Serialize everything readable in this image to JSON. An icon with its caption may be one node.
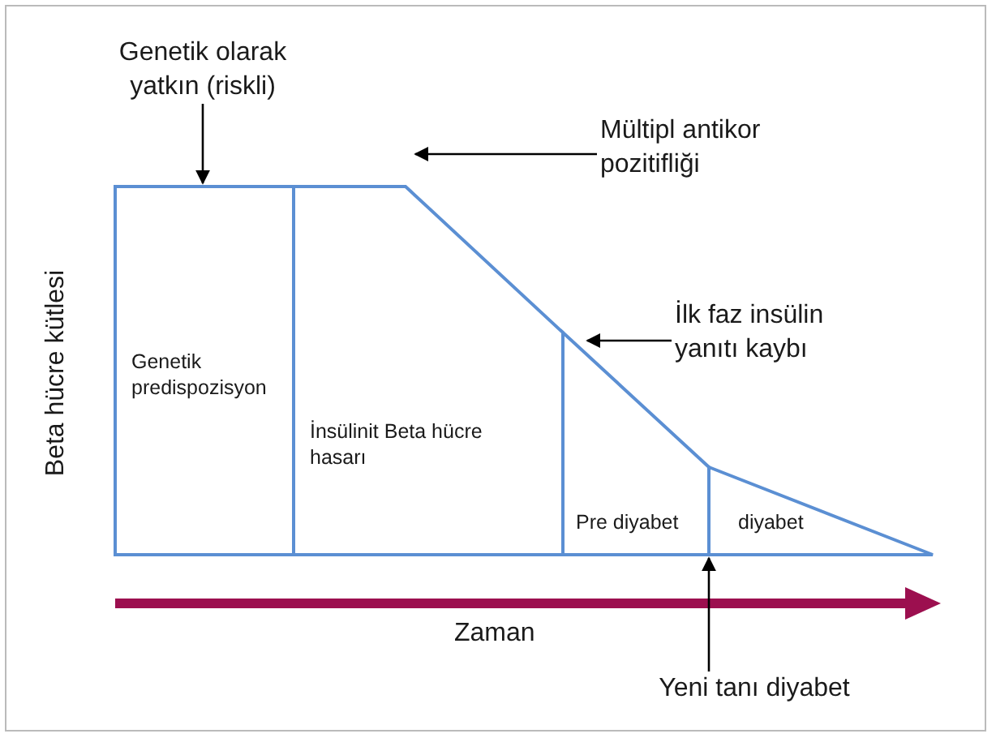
{
  "diagram": {
    "nodes": [
      {
        "text": [
          "Genetik olarak yatkın (riskli)"
        ]
      },
      {
        "text": [
          "Genetik predispozisyon"
        ]
      },
      {
        "text": [
          "İnsülinit Beta hücre hasarı"
        ]
      },
      {
        "text": [
          "Pre diyabet"
        ]
      },
      {
        "text": [
          "diyabet"
        ]
      },
      {
        "text": [
          "Mültipl antikor pozitifliği"
        ]
      },
      {
        "text": [
          "İlk faz insülin yanıtı kaybı"
        ]
      },
      {
        "text": [
          "Yeni tanı diyabet"
        ]
      }
    ],
    "edges": [
      {
        "from": 0,
        "to": 1,
        "arrow": "to"
      },
      {
        "from": 5,
        "to": 2,
        "arrow": "to"
      },
      {
        "from": 6,
        "to": 3,
        "arrow": "to"
      },
      {
        "from": 7,
        "to": 4,
        "arrow": "to"
      }
    ],
    "labels": [
      "Beta hücre kütlesi",
      "Zaman"
    ]
  }
}
